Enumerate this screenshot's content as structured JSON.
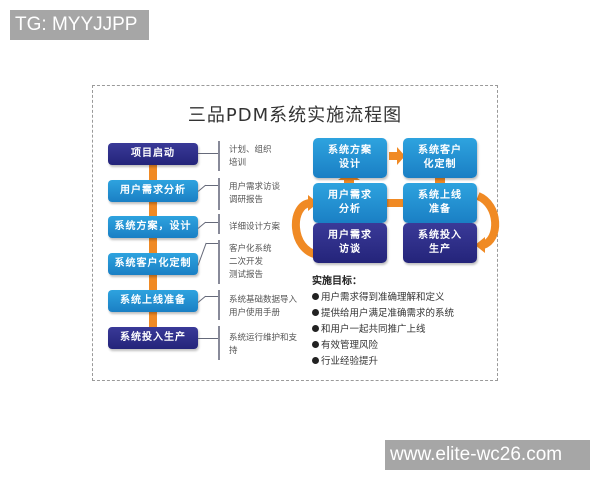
{
  "watermarks": {
    "top_left": "TG: MYYJJPP",
    "bottom_right": "www.elite-wc26.com"
  },
  "diagram": {
    "title": "三品PDM系统实施流程图",
    "steps": [
      {
        "label": "项目启动",
        "style": "dark",
        "notes": [
          "计划、组织",
          "培训"
        ]
      },
      {
        "label": "用户需求分析",
        "style": "light",
        "notes": [
          "用户需求访谈",
          "调研报告"
        ]
      },
      {
        "label": "系统方案，设计",
        "style": "light",
        "notes": [
          "详细设计方案"
        ]
      },
      {
        "label": "系统客户化定制",
        "style": "light",
        "notes": [
          "客户化系统",
          "二次开发",
          "测试报告"
        ]
      },
      {
        "label": "系统上线准备",
        "style": "light",
        "notes": [
          "系统基础数据导入",
          "用户使用手册"
        ]
      },
      {
        "label": "系统投入生产",
        "style": "dark",
        "notes": [
          "系统运行维护和支",
          "持"
        ]
      }
    ],
    "cycle": {
      "boxes": [
        {
          "id": "design",
          "line1": "系统方案",
          "line2": "设计",
          "style": "light"
        },
        {
          "id": "custom",
          "line1": "系统客户",
          "line2": "化定制",
          "style": "light"
        },
        {
          "id": "analysis",
          "line1": "用户需求",
          "line2": "分析",
          "style": "light"
        },
        {
          "id": "prepare",
          "line1": "系统上线",
          "line2": "准备",
          "style": "light"
        },
        {
          "id": "interview",
          "line1": "用户需求",
          "line2": "访谈",
          "style": "dark"
        },
        {
          "id": "production",
          "line1": "系统投入",
          "line2": "生产",
          "style": "dark"
        }
      ]
    },
    "goals": {
      "title": "实施目标：",
      "items": [
        "用户需求得到准确理解和定义",
        "提供给用户满足准确需求的系统",
        "和用户一起共同推广上线",
        "有效管理风险",
        "行业经验提升"
      ]
    },
    "colors": {
      "dark_box": "#2a2a84",
      "light_box": "#1f8fd0",
      "arrow": "#f08a24",
      "frame": "#9a9a9a"
    }
  }
}
